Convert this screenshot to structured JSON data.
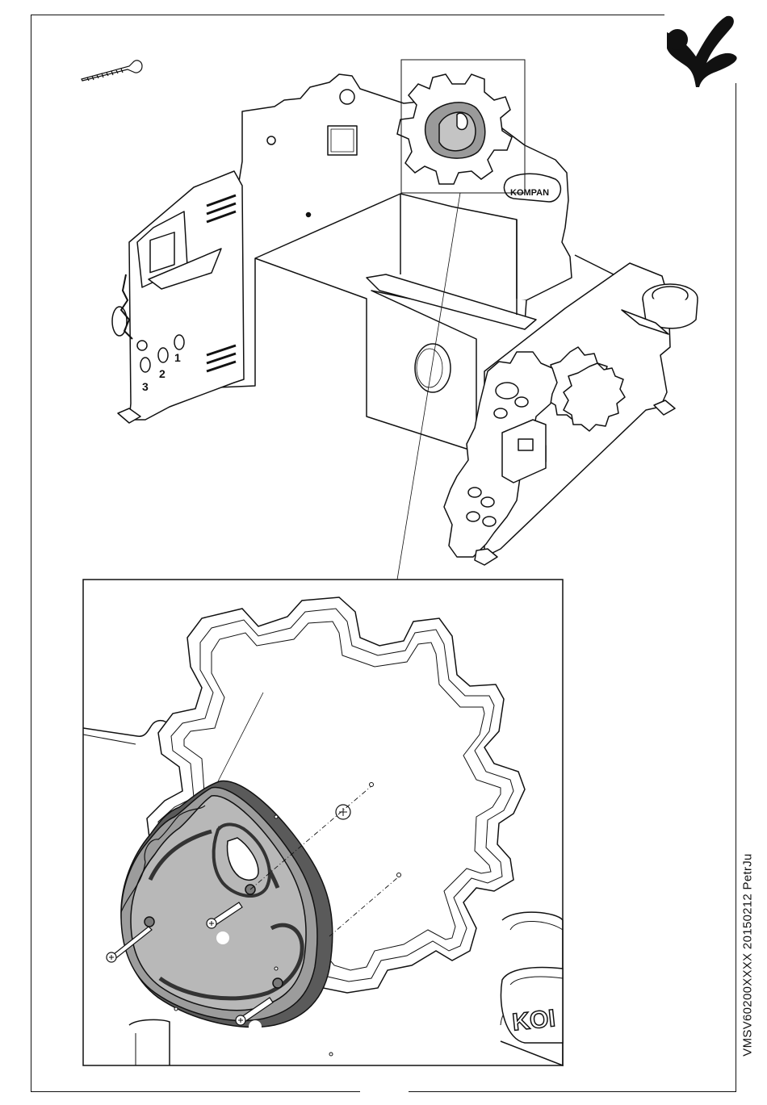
{
  "document_code": "VMSV60200XXXX 20150212 PetrJu",
  "brand_label": "KOMPAN",
  "detail_brand_fragment": "KOI",
  "panel_numbers": [
    "1",
    "2",
    "3"
  ],
  "logo_icon": "kompan-jumping-figure-icon",
  "screw_icon": "wood-screw-icon"
}
